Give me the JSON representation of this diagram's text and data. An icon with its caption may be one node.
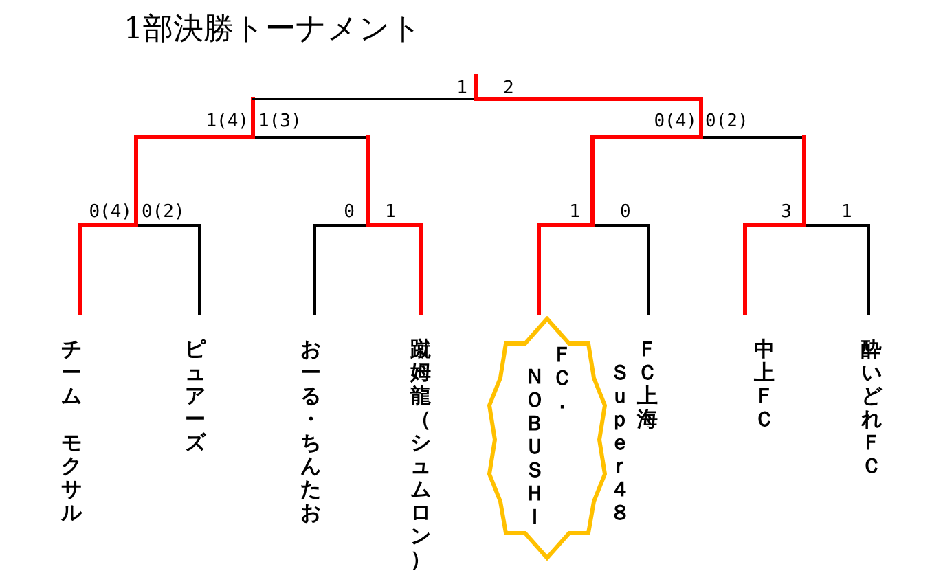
{
  "diagram": {
    "title": "1部決勝トーナメント",
    "nodes": [
      {
        "text": [
          "チーム",
          "モクサル"
        ]
      },
      {
        "text": [
          "ピュアーズ"
        ]
      },
      {
        "text": [
          "おーる・ちんたお"
        ]
      },
      {
        "text": [
          "蹴姆龍（シュムロン）"
        ]
      },
      {
        "text": [
          "ＮＯＢＵＳＨＩ",
          "ＦＣ．"
        ]
      },
      {
        "text": [
          "Ｓｕｐｅｒ４８",
          "ＦＣ上海"
        ]
      },
      {
        "text": [
          "中上ＦＣ"
        ]
      },
      {
        "text": [
          "酔いどれＦＣ"
        ]
      }
    ],
    "labels": [
      "1",
      "2",
      "1(4)",
      "1(3)",
      "0(4)",
      "0(2)",
      "0(4)",
      "0(2)",
      "0",
      "1",
      "1",
      "0",
      "3",
      "1"
    ]
  }
}
